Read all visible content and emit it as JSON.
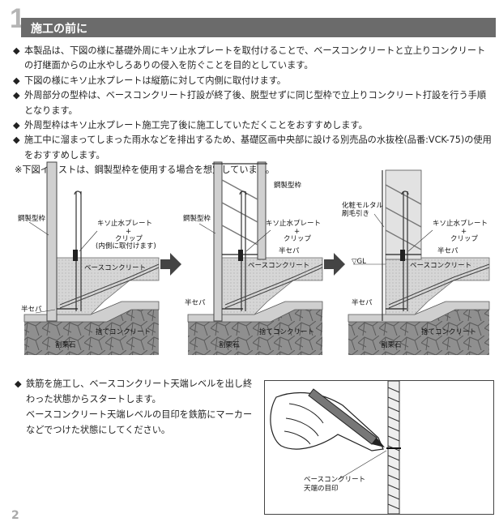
{
  "header": {
    "number": "1",
    "title": "施工の前に"
  },
  "notes": [
    {
      "mark": "◆",
      "text": "本製品は、下図の様に基礎外周にキソ止水プレートを取付けることで、ベースコンクリートと立上りコンクリートの打継面からの止水やしろありの侵入を防ぐことを目的としています。"
    },
    {
      "mark": "◆",
      "text": "下図の様にキソ止水プレートは縦筋に対して内側に取付けます。"
    },
    {
      "mark": "◆",
      "text": "外周部分の型枠は、ベースコンクリート打設が終了後、脱型せずに同じ型枠で立上りコンクリート打設を行う手順となります。"
    },
    {
      "mark": "◆",
      "text": "外周型枠はキソ止水プレート施工完了後に施工していただくことをおすすめします。"
    },
    {
      "mark": "◆",
      "text": "施工中に溜まってしまった雨水などを排出するため、基礎区画中央部に設ける別売品の水抜栓(品番:VCK-75)の使用をおすすめします。"
    }
  ],
  "note_assumption": "※下図イラストは、鋼製型枠を使用する場合を想定しています。",
  "diagram": {
    "fig1": {
      "formwork": "鋼製型枠",
      "plate": "キソ止水プレート",
      "plus": "+",
      "clip": "クリップ",
      "inside": "(内側に取付けます)",
      "base": "ベースコンクリート",
      "hansepa": "半セパ",
      "sute": "捨てコンクリート",
      "rubble": "割栗石"
    },
    "fig2": {
      "formwork": "鋼製型枠",
      "plate": "キソ止水プレート",
      "plus": "+",
      "clip": "クリップ",
      "hansepa_top": "半セパ",
      "base": "ベースコンクリート",
      "hansepa": "半セパ",
      "sute": "捨てコンクリート",
      "rubble": "割栗石"
    },
    "fig3": {
      "mortar1": "化粧モルタル",
      "mortar2": "刷毛引き",
      "plate": "キソ止水プレート",
      "plus": "+",
      "clip": "クリップ",
      "hansepa_top": "半セパ",
      "gl": "▽GL",
      "base": "ベースコンクリート",
      "hansepa": "半セパ",
      "sute": "捨てコンクリート",
      "rubble": "割栗石"
    }
  },
  "step": {
    "mark": "◆",
    "line1": "鉄筋を施工し、ベースコンクリート天端レベルを出し終わった状態からスタートします。",
    "line2": "ベースコンクリート天端レベルの目印を鉄筋にマーカーなどでつけた状態にしてください。"
  },
  "illustration": {
    "label1": "ベースコンクリート",
    "label2": "天端の目印"
  },
  "page_number": "2"
}
